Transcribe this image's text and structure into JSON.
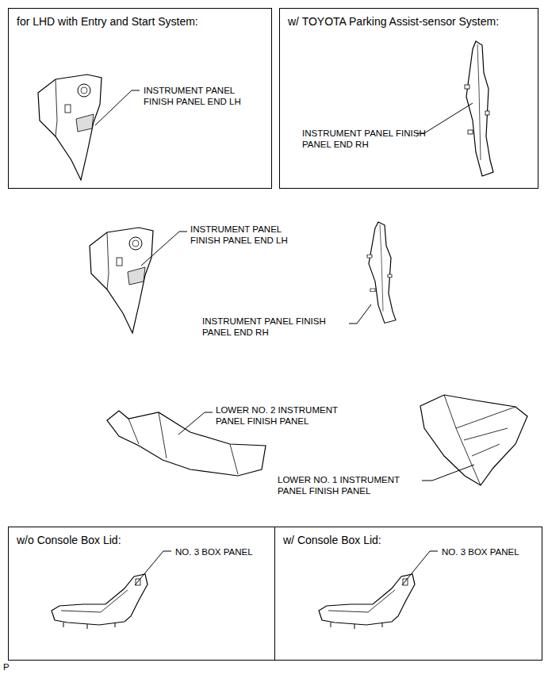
{
  "diagram": {
    "nodes": [
      {
        "text": [
          "for LHD with Entry and Start System:",
          "INSTRUMENT PANEL FINISH PANEL END LH"
        ]
      },
      {
        "text": [
          "w/ TOYOTA Parking Assist-sensor System:",
          "INSTRUMENT PANEL FINISH PANEL END RH"
        ]
      },
      {
        "text": [
          "w/o Console Box Lid:",
          "NO. 3 BOX PANEL"
        ]
      },
      {
        "text": [
          "w/ Console Box Lid:",
          "NO. 3 BOX PANEL"
        ]
      }
    ],
    "labels": [
      "INSTRUMENT PANEL FINISH PANEL END LH",
      "INSTRUMENT PANEL FINISH PANEL END RH",
      "LOWER NO. 2 INSTRUMENT PANEL FINISH PANEL",
      "LOWER NO. 1 INSTRUMENT PANEL FINISH PANEL",
      "P"
    ]
  }
}
